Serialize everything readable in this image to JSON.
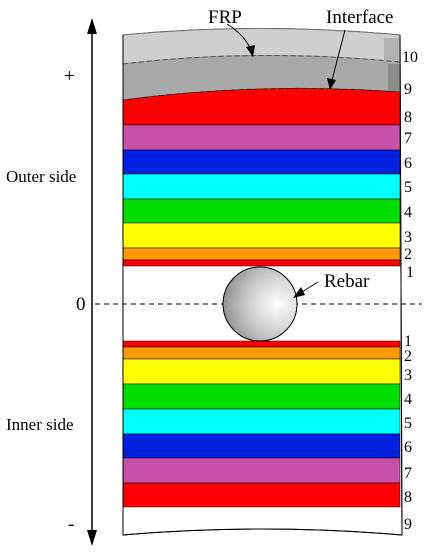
{
  "labels": {
    "frp": "FRP",
    "interface": "Interface",
    "rebar": "Rebar",
    "outer_side": "Outer side",
    "inner_side": "Inner side",
    "plus": "+",
    "zero": "0",
    "minus": "-"
  },
  "upper_numbers": [
    "10",
    "9",
    "8",
    "7",
    "6",
    "5",
    "4",
    "3",
    "2",
    "1"
  ],
  "lower_numbers": [
    "1",
    "2",
    "3",
    "4",
    "5",
    "6",
    "7",
    "8",
    "9"
  ],
  "colors": {
    "frp_light": "#cfcfcf",
    "interface_gray": "#a9a9a9",
    "red": "#ff0000",
    "purple": "#c850a8",
    "blue": "#0020e0",
    "cyan": "#00ffff",
    "green": "#00dd00",
    "yellow": "#ffff00",
    "orange": "#ff9900",
    "white": "#ffffff"
  }
}
